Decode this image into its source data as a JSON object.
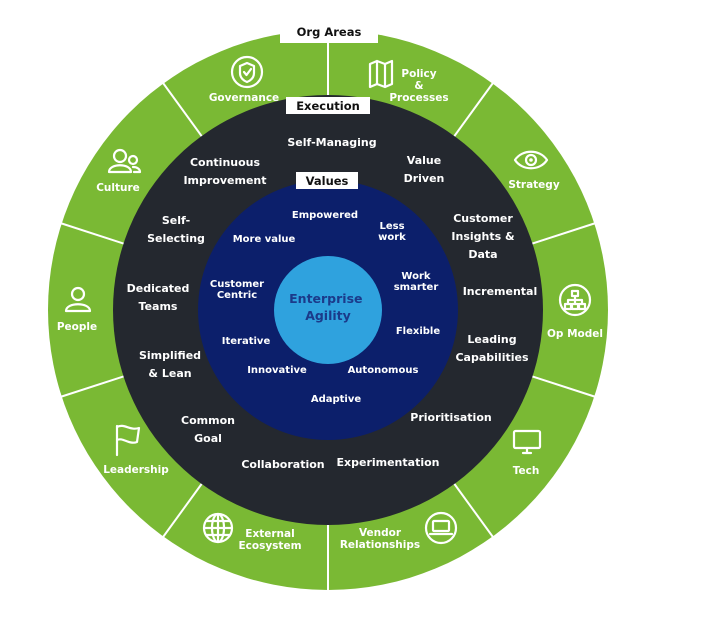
{
  "title": "Org Areas",
  "rings": {
    "outer": {
      "label": "Org Areas",
      "items": [
        {
          "lines": [
            "Governance"
          ],
          "icon": "shield-check-icon"
        },
        {
          "lines": [
            "Policy",
            "&",
            "Processes"
          ],
          "icon": "map-icon"
        },
        {
          "lines": [
            "Strategy"
          ],
          "icon": "eye-icon"
        },
        {
          "lines": [
            "Op Model"
          ],
          "icon": "org-chart-icon"
        },
        {
          "lines": [
            "Tech"
          ],
          "icon": "monitor-icon"
        },
        {
          "lines": [
            "Vendor",
            "Relationships"
          ],
          "icon": "laptop-icon"
        },
        {
          "lines": [
            "External",
            "Ecosystem"
          ],
          "icon": "globe-icon"
        },
        {
          "lines": [
            "Leadership"
          ],
          "icon": "flag-icon"
        },
        {
          "lines": [
            "People"
          ],
          "icon": "person-icon"
        },
        {
          "lines": [
            "Culture"
          ],
          "icon": "group-icon"
        }
      ]
    },
    "execution": {
      "label": "Execution",
      "items": [
        {
          "lines": [
            "Self-Managing"
          ]
        },
        {
          "lines": [
            "Value",
            "Driven"
          ]
        },
        {
          "lines": [
            "Customer",
            "Insights &",
            "Data"
          ]
        },
        {
          "lines": [
            "Incremental"
          ]
        },
        {
          "lines": [
            "Leading",
            "Capabilities"
          ]
        },
        {
          "lines": [
            "Prioritisation"
          ]
        },
        {
          "lines": [
            "Experimentation"
          ]
        },
        {
          "lines": [
            "Collaboration"
          ]
        },
        {
          "lines": [
            "Common",
            "Goal"
          ]
        },
        {
          "lines": [
            "Simplified",
            "& Lean"
          ]
        },
        {
          "lines": [
            "Dedicated",
            "Teams"
          ]
        },
        {
          "lines": [
            "Self-",
            "Selecting"
          ]
        },
        {
          "lines": [
            "Continuous",
            "Improvement"
          ]
        }
      ]
    },
    "values": {
      "label": "Values",
      "items": [
        {
          "lines": [
            "Empowered"
          ]
        },
        {
          "lines": [
            "Less",
            "work"
          ]
        },
        {
          "lines": [
            "Work",
            "smarter"
          ]
        },
        {
          "lines": [
            "Flexible"
          ]
        },
        {
          "lines": [
            "Autonomous"
          ]
        },
        {
          "lines": [
            "Adaptive"
          ]
        },
        {
          "lines": [
            "Innovative"
          ]
        },
        {
          "lines": [
            "Iterative"
          ]
        },
        {
          "lines": [
            "Customer",
            "Centric"
          ]
        },
        {
          "lines": [
            "More value"
          ]
        }
      ]
    },
    "core": {
      "lines": [
        "Enterprise",
        "Agility"
      ]
    }
  },
  "colors": {
    "outer_ring": "#7ab934",
    "outer_ring_stroke": "#ffffff",
    "execution_ring": "#24282f",
    "values_ring": "#0c1f6b",
    "core_fill": "#2fa2de",
    "core_text": "#1b3a8a",
    "label_box": "#ffffff",
    "label_text": "#111111"
  }
}
